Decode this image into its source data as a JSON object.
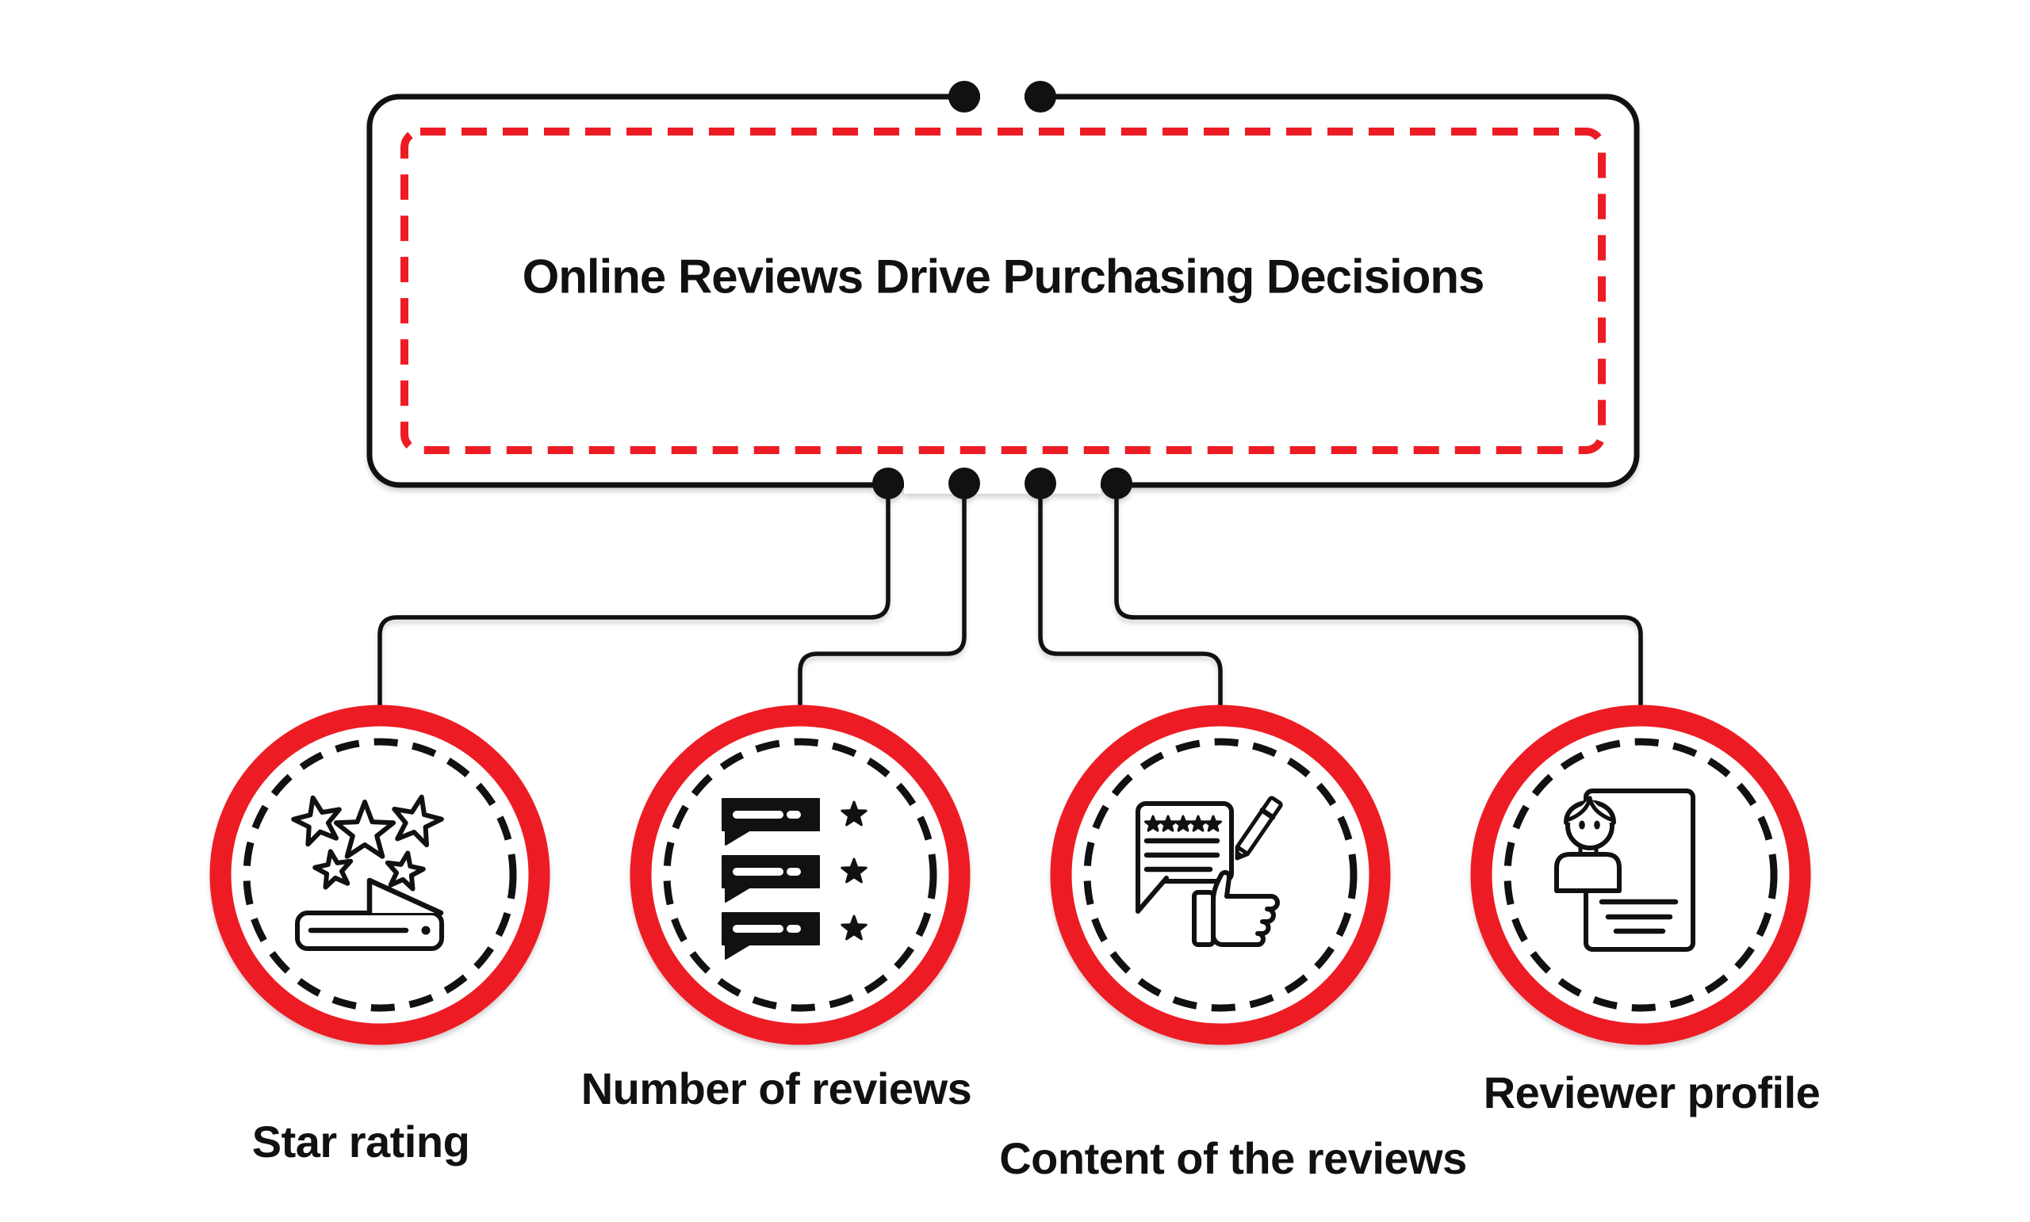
{
  "title": "Online Reviews Drive Purchasing Decisions",
  "colors": {
    "accent_red": "#ED1C24",
    "ink": "#111111"
  },
  "nodes": [
    {
      "id": "star-rating",
      "label": "Star rating",
      "icon": "star-rating-icon"
    },
    {
      "id": "number-of-reviews",
      "label": "Number of reviews",
      "icon": "review-count-icon"
    },
    {
      "id": "content-of-reviews",
      "label": "Content of the reviews",
      "icon": "review-content-icon"
    },
    {
      "id": "reviewer-profile",
      "label": "Reviewer profile",
      "icon": "reviewer-profile-icon"
    }
  ]
}
